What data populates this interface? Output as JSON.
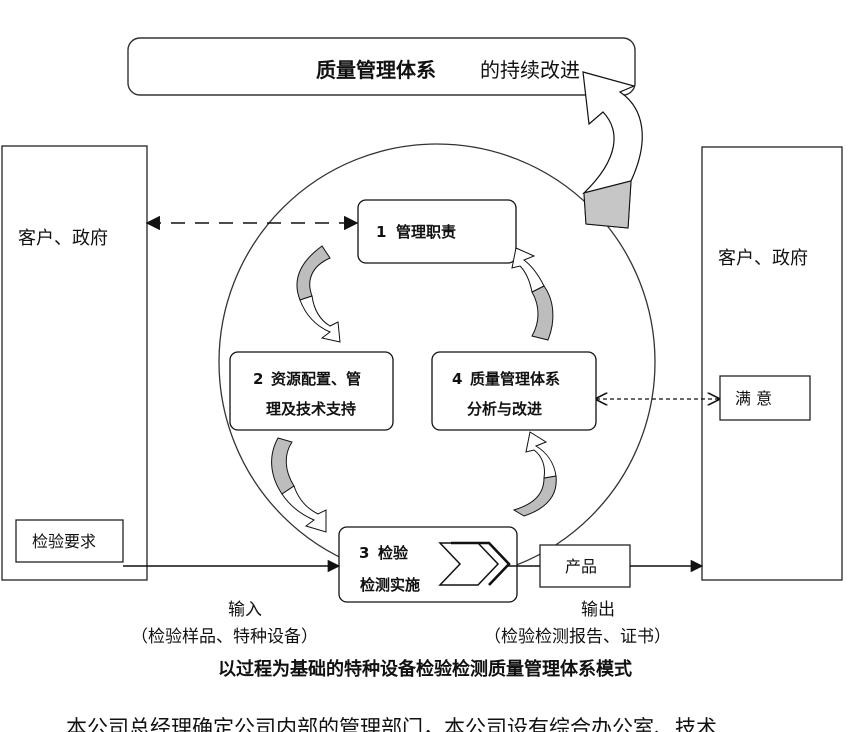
{
  "title_box": {
    "bold": "质量管理体系",
    "normal": "的持续改进"
  },
  "left_column": {
    "label": "客户、政府",
    "requirement": "检验要求"
  },
  "right_column": {
    "label": "客户、政府",
    "satisfaction": "满 意"
  },
  "nodes": {
    "n1": {
      "num": "1",
      "text": "管理职责"
    },
    "n2": {
      "num": "2",
      "line1": "资源配置、管",
      "line2": "理及技术支持"
    },
    "n3": {
      "num": "3",
      "line1": "检验",
      "line2": "检测实施"
    },
    "n4": {
      "num": "4",
      "line1": "质量管理体系",
      "line2": "分析与改进"
    }
  },
  "product": "产品",
  "input": {
    "label": "输入",
    "detail": "（检验样品、特种设备）"
  },
  "output": {
    "label": "输出",
    "detail": "（检验检测报告、证书）"
  },
  "caption": "以过程为基础的特种设备检验检测质量管理体系模式",
  "bottom_text": "本公司总经理确定公司内部的管理部门，本公司设有综合办公室、技术"
}
